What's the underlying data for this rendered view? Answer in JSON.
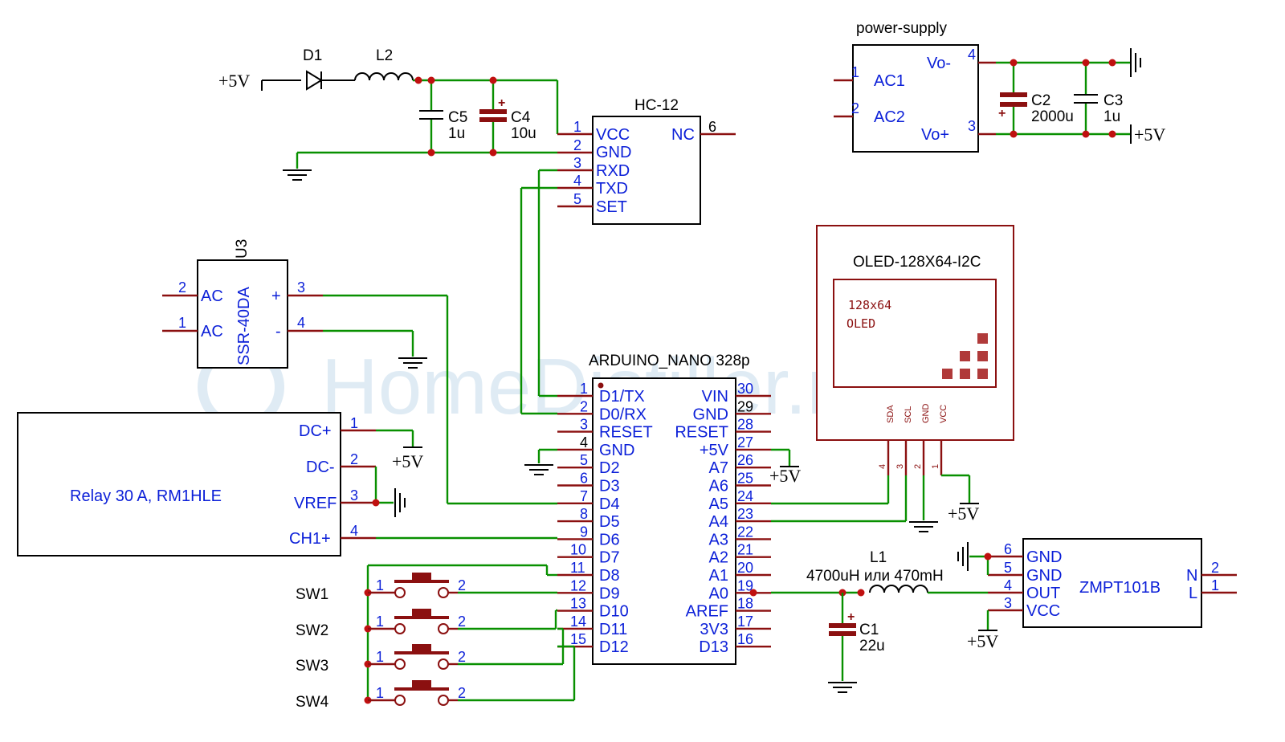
{
  "watermark": "HomeDistiller.ru",
  "supply": {
    "plus5v": "+5V"
  },
  "input_filter": {
    "d1": "D1",
    "l2": "L2",
    "c5": "C5",
    "c5_val": "1u",
    "c4": "C4",
    "c4_val": "10u"
  },
  "hc12": {
    "title": "HC-12",
    "pins": [
      {
        "num": "1",
        "label": "VCC"
      },
      {
        "num": "2",
        "label": "GND"
      },
      {
        "num": "3",
        "label": "RXD"
      },
      {
        "num": "4",
        "label": "TXD"
      },
      {
        "num": "5",
        "label": "SET"
      }
    ],
    "nc_num": "6",
    "nc_label": "NC"
  },
  "psu": {
    "title": "power-supply",
    "ac1": "AC1",
    "ac2": "AC2",
    "n1": "1",
    "n2": "2",
    "vom": "Vo-",
    "vom_num": "4",
    "vop": "Vo+",
    "vop_num": "3",
    "c2": "C2",
    "c2_val": "2000u",
    "c3": "C3",
    "c3_val": "1u"
  },
  "ssr": {
    "name": "SSR-40DA",
    "ref": "U3",
    "pin_ac": "AC",
    "pin_plus": "+",
    "pin_minus": "-",
    "n1": "1",
    "n2": "2",
    "n3": "3",
    "n4": "4"
  },
  "relay": {
    "title": "Relay 30 A, RM1HLE",
    "pins": [
      {
        "num": "1",
        "label": "DC+"
      },
      {
        "num": "2",
        "label": "DC-"
      },
      {
        "num": "3",
        "label": "VREF"
      },
      {
        "num": "4",
        "label": "CH1+"
      }
    ]
  },
  "nano": {
    "title": "ARDUINO_NANO 328p",
    "left": [
      {
        "num": "1",
        "label": "D1/TX"
      },
      {
        "num": "2",
        "label": "D0/RX"
      },
      {
        "num": "3",
        "label": "RESET"
      },
      {
        "num": "4",
        "label": "GND"
      },
      {
        "num": "5",
        "label": "D2"
      },
      {
        "num": "6",
        "label": "D3"
      },
      {
        "num": "7",
        "label": "D4"
      },
      {
        "num": "8",
        "label": "D5"
      },
      {
        "num": "9",
        "label": "D6"
      },
      {
        "num": "10",
        "label": "D7"
      },
      {
        "num": "11",
        "label": "D8"
      },
      {
        "num": "12",
        "label": "D9"
      },
      {
        "num": "13",
        "label": "D10"
      },
      {
        "num": "14",
        "label": "D11"
      },
      {
        "num": "15",
        "label": "D12"
      }
    ],
    "right": [
      {
        "num": "30",
        "label": "VIN"
      },
      {
        "num": "29",
        "label": "GND"
      },
      {
        "num": "28",
        "label": "RESET"
      },
      {
        "num": "27",
        "label": "+5V"
      },
      {
        "num": "26",
        "label": "A7"
      },
      {
        "num": "25",
        "label": "A6"
      },
      {
        "num": "24",
        "label": "A5"
      },
      {
        "num": "23",
        "label": "A4"
      },
      {
        "num": "22",
        "label": "A3"
      },
      {
        "num": "21",
        "label": "A2"
      },
      {
        "num": "20",
        "label": "A1"
      },
      {
        "num": "19",
        "label": "A0"
      },
      {
        "num": "18",
        "label": "AREF"
      },
      {
        "num": "17",
        "label": "3V3"
      },
      {
        "num": "16",
        "label": "D13"
      }
    ]
  },
  "oled": {
    "title": "OLED-128X64-I2C",
    "line1": "128x64",
    "line2": "OLED",
    "pins": [
      {
        "num": "4",
        "label": "SDA"
      },
      {
        "num": "3",
        "label": "SCL"
      },
      {
        "num": "2",
        "label": "GND"
      },
      {
        "num": "1",
        "label": "VCC"
      }
    ]
  },
  "switches": [
    "SW1",
    "SW2",
    "SW3",
    "SW4"
  ],
  "switch_pins": {
    "a": "1",
    "b": "2"
  },
  "a0_filter": {
    "l1": "L1",
    "l1_val": "4700uH или 470mH",
    "c1": "C1",
    "c1_val": "22u"
  },
  "zmpt": {
    "title": "ZMPT101B",
    "pins": [
      {
        "num": "6",
        "label": "GND"
      },
      {
        "num": "5",
        "label": "GND"
      },
      {
        "num": "4",
        "label": "OUT"
      },
      {
        "num": "3",
        "label": "VCC"
      }
    ],
    "n": "N",
    "l": "L",
    "n_num": "2",
    "l_num": "1"
  },
  "colors": {
    "wire": "#089000",
    "pin": "#8b1010",
    "label": "#0b1fd8"
  }
}
